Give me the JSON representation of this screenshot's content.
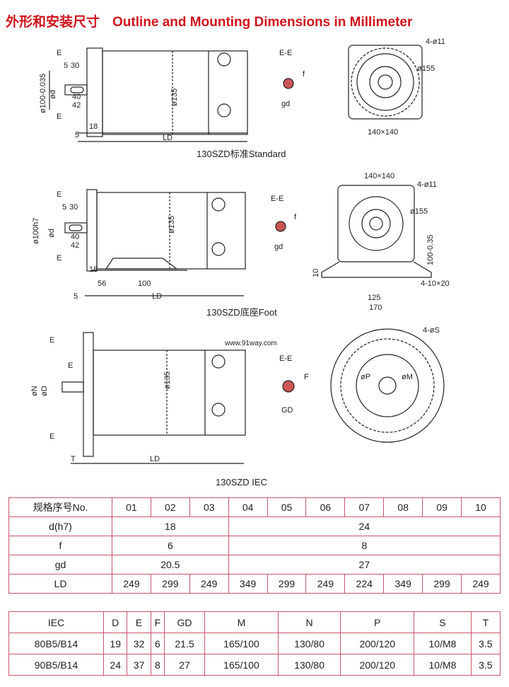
{
  "title": {
    "cn": "外形和安装尺寸",
    "en": "Outline and Mounting Dimensions in Millimeter"
  },
  "watermark": "www.91way.com",
  "drawings": {
    "standard": {
      "caption": "130SZD标准Standard",
      "labels": {
        "e": "E",
        "ee": "E-E",
        "d100": "ø100-0.035",
        "d": "ød",
        "l5": "5",
        "l30": "30",
        "l40": "40",
        "l42": "42",
        "d135": "ø135",
        "l18": "18",
        "ld": "LD",
        "f": "f",
        "gd": "gd",
        "holes": "4-ø11",
        "d155": "ø155",
        "sq": "140×140"
      }
    },
    "foot": {
      "caption": "130SZD底座Foot",
      "labels": {
        "e": "E",
        "ee": "E-E",
        "d100": "ø100h7",
        "d": "ød",
        "l5": "5",
        "l30": "30",
        "l40": "40",
        "l42": "42",
        "d135": "ø135",
        "l18": "18",
        "l56": "56",
        "l100": "100",
        "ld": "LD",
        "f": "f",
        "gd": "gd",
        "sq": "140×140",
        "holes": "4-ø11",
        "d155": "ø155",
        "h100": "100-0.35",
        "h10": "10",
        "slots": "4-10×20",
        "w125": "125",
        "w170": "170"
      }
    },
    "iec": {
      "caption": "130SZD IEC",
      "labels": {
        "e": "E",
        "ee": "E-E",
        "dn": "øN",
        "dd": "øD",
        "ee2": "E",
        "d135": "ø135",
        "t": "T",
        "ld": "LD",
        "f": "F",
        "gd": "GD",
        "holes": "4-øS",
        "dp": "øP",
        "dm": "øM"
      }
    }
  },
  "table1": {
    "header": [
      "规格序号No.",
      "01",
      "02",
      "03",
      "04",
      "05",
      "06",
      "07",
      "08",
      "09",
      "10"
    ],
    "d_h7": {
      "label": "d(h7)",
      "group1": "18",
      "group2": "24"
    },
    "f": {
      "label": "f",
      "group1": "6",
      "group2": "8"
    },
    "gd": {
      "label": "gd",
      "group1": "20.5",
      "group2": "27"
    },
    "ld": {
      "label": "LD",
      "values": [
        "249",
        "299",
        "249",
        "349",
        "299",
        "249",
        "224",
        "349",
        "299",
        "249"
      ]
    }
  },
  "table2": {
    "header": [
      "IEC",
      "D",
      "E",
      "F",
      "GD",
      "M",
      "N",
      "P",
      "S",
      "T"
    ],
    "rows": [
      [
        "80B5/B14",
        "19",
        "32",
        "6",
        "21.5",
        "165/100",
        "130/80",
        "200/120",
        "10/M8",
        "3.5"
      ],
      [
        "90B5/B14",
        "24",
        "37",
        "8",
        "27",
        "165/100",
        "130/80",
        "200/120",
        "10/M8",
        "3.5"
      ]
    ]
  }
}
